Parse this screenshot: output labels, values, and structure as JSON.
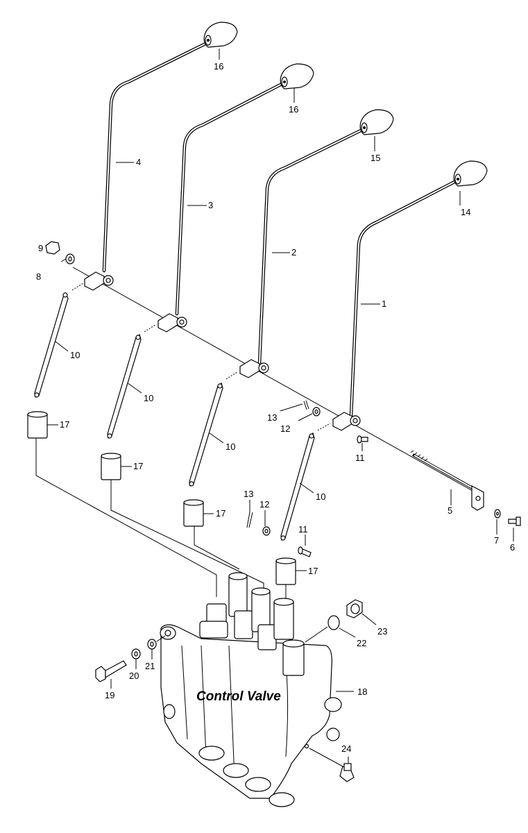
{
  "diagram": {
    "title": "Control Valve",
    "callouts": [
      {
        "id": "c1",
        "label": "1"
      },
      {
        "id": "c2",
        "label": "2"
      },
      {
        "id": "c3",
        "label": "3"
      },
      {
        "id": "c4",
        "label": "4"
      },
      {
        "id": "c5",
        "label": "5"
      },
      {
        "id": "c6",
        "label": "6"
      },
      {
        "id": "c7",
        "label": "7"
      },
      {
        "id": "c8",
        "label": "8"
      },
      {
        "id": "c9",
        "label": "9"
      },
      {
        "id": "c10a",
        "label": "10"
      },
      {
        "id": "c10b",
        "label": "10"
      },
      {
        "id": "c10c",
        "label": "10"
      },
      {
        "id": "c10d",
        "label": "10"
      },
      {
        "id": "c11a",
        "label": "11"
      },
      {
        "id": "c11b",
        "label": "11"
      },
      {
        "id": "c12a",
        "label": "12"
      },
      {
        "id": "c12b",
        "label": "12"
      },
      {
        "id": "c13a",
        "label": "13"
      },
      {
        "id": "c13b",
        "label": "13"
      },
      {
        "id": "c14",
        "label": "14"
      },
      {
        "id": "c15",
        "label": "15"
      },
      {
        "id": "c16a",
        "label": "16"
      },
      {
        "id": "c16b",
        "label": "16"
      },
      {
        "id": "c17a",
        "label": "17"
      },
      {
        "id": "c17b",
        "label": "17"
      },
      {
        "id": "c17c",
        "label": "17"
      },
      {
        "id": "c17d",
        "label": "17"
      },
      {
        "id": "c18",
        "label": "18"
      },
      {
        "id": "c19",
        "label": "19"
      },
      {
        "id": "c20",
        "label": "20"
      },
      {
        "id": "c21",
        "label": "21"
      },
      {
        "id": "c22",
        "label": "22"
      },
      {
        "id": "c23",
        "label": "23"
      },
      {
        "id": "c24",
        "label": "24"
      }
    ]
  }
}
